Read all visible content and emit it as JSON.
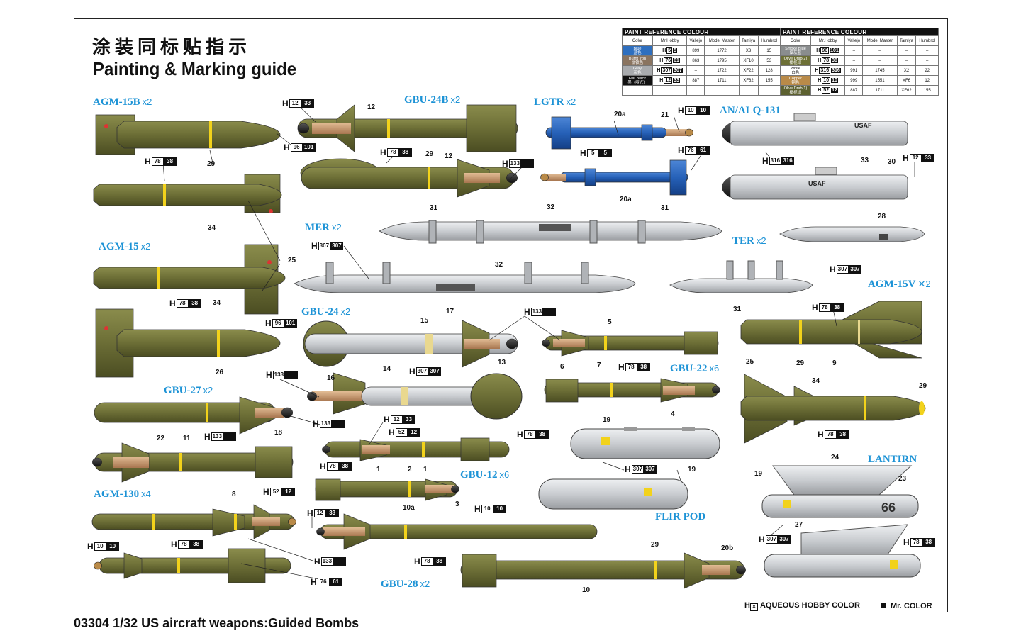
{
  "title_cn": "涂装同标贴指示",
  "title_en": "Painting & Marking guide",
  "footer": "03304 1/32  US aircraft weapons:Guided Bombs",
  "legend": {
    "h_label": "AQUEOUS HOBBY COLOR",
    "m_label": "Mr. COLOR"
  },
  "paint_table": {
    "header_left": "PAINT  REFERENCE COLOUR",
    "header_right": "PAINT  REFERENCE COLOUR",
    "columns": [
      "Color",
      "Mr.Hobby",
      "Vallejo",
      "Model Master",
      "Tamiya",
      "Humbrol"
    ],
    "left": [
      {
        "name": "Blue",
        "name_cn": "蓝色",
        "h": "5",
        "m": "5",
        "vallejo": "899",
        "mm": "1772",
        "tamiya": "X3",
        "humbrol": "15",
        "color": "#2e6fbf"
      },
      {
        "name": "Burnt Iron",
        "name_cn": "烧铁色",
        "h": "76",
        "m": "61",
        "vallejo": "863",
        "mm": "1795",
        "tamiya": "XF10",
        "humbrol": "53",
        "color": "#8a7460"
      },
      {
        "name": "Gray",
        "name_cn": "灰色",
        "h": "307",
        "m": "307",
        "vallejo": "–",
        "mm": "1722",
        "tamiya": "XF22",
        "humbrol": "128",
        "color": "#a9abae"
      },
      {
        "name": "Flat Black",
        "name_cn": "黑（哑光）",
        "h": "12",
        "m": "33",
        "vallejo": "887",
        "mm": "1711",
        "tamiya": "XF62",
        "humbrol": "155",
        "color": "#111111"
      }
    ],
    "right": [
      {
        "name": "Smoke Blue",
        "name_cn": "烟灰蓝",
        "h": "96",
        "m": "101",
        "vallejo": "–",
        "mm": "–",
        "tamiya": "–",
        "humbrol": "–",
        "color": "#8a8d8e"
      },
      {
        "name": "Olive Drab(2)",
        "name_cn": "橄榄绿",
        "h": "78",
        "m": "38",
        "vallejo": "–",
        "mm": "–",
        "tamiya": "–",
        "humbrol": "–",
        "color": "#6d7036"
      },
      {
        "name": "White",
        "name_cn": "白色",
        "h": "316",
        "m": "316",
        "vallejo": "991",
        "mm": "1745",
        "tamiya": "X2",
        "humbrol": "22",
        "color": "#ffffff"
      },
      {
        "name": "Copper",
        "name_cn": "铜色",
        "h": "10",
        "m": "10",
        "vallejo": "999",
        "mm": "1551",
        "tamiya": "XF6",
        "humbrol": "12",
        "color": "#b98a48"
      },
      {
        "name": "Olive Drab(1)",
        "name_cn": "橄榄绿",
        "h": "52",
        "m": "12",
        "vallejo": "887",
        "mm": "1711",
        "tamiya": "XF62",
        "humbrol": "155",
        "color": "#5d6130"
      }
    ]
  },
  "weapon_labels": [
    {
      "id": "agm15b",
      "name": "AGM-15B",
      "mult": "x2"
    },
    {
      "id": "gbu24b",
      "name": "GBU-24B",
      "mult": "x2"
    },
    {
      "id": "lgtr",
      "name": "LGTR",
      "mult": "x2"
    },
    {
      "id": "analq131",
      "name": "AN/ALQ-131",
      "mult": ""
    },
    {
      "id": "mer",
      "name": "MER",
      "mult": "x2"
    },
    {
      "id": "agm15",
      "name": "AGM-15",
      "mult": "x2"
    },
    {
      "id": "ter",
      "name": "TER",
      "mult": "x2"
    },
    {
      "id": "agm15v",
      "name": "AGM-15V",
      "mult": "✕2"
    },
    {
      "id": "gbu24",
      "name": "GBU-24",
      "mult": "x2"
    },
    {
      "id": "gbu22",
      "name": "GBU-22",
      "mult": "x6"
    },
    {
      "id": "gbu27",
      "name": "GBU-27",
      "mult": "x2"
    },
    {
      "id": "lantirn",
      "name": "LANTIRN",
      "mult": ""
    },
    {
      "id": "gbu12",
      "name": "GBU-12",
      "mult": "x6"
    },
    {
      "id": "agm130",
      "name": "AGM-130",
      "mult": "x4"
    },
    {
      "id": "flirpod",
      "name": "FLIR POD",
      "mult": ""
    },
    {
      "id": "gbu28",
      "name": "GBU-28",
      "mult": "x2"
    }
  ],
  "part_numbers": [
    "12",
    "29",
    "34",
    "25",
    "34",
    "26",
    "22",
    "11",
    "18",
    "8",
    "12",
    "29",
    "20a",
    "21",
    "20a",
    "31",
    "32",
    "31",
    "32",
    "15",
    "17",
    "14",
    "13",
    "16",
    "1",
    "2",
    "1",
    "10a",
    "3",
    "5",
    "6",
    "7",
    "4",
    "19",
    "19",
    "33",
    "30",
    "28",
    "31",
    "29",
    "9",
    "34",
    "25",
    "29",
    "24",
    "19",
    "23",
    "27",
    "29",
    "10",
    "20b"
  ],
  "color_callouts": [
    {
      "h": "12",
      "m": "33"
    },
    {
      "h": "96",
      "m": "101"
    },
    {
      "h": "78",
      "m": "38"
    },
    {
      "h": "78",
      "m": "38"
    },
    {
      "h": "133",
      "m": ""
    },
    {
      "h": "10",
      "m": "10"
    },
    {
      "h": "5",
      "m": "5"
    },
    {
      "h": "76",
      "m": "61"
    },
    {
      "h": "316",
      "m": "316"
    },
    {
      "h": "12",
      "m": "33"
    },
    {
      "h": "307",
      "m": "307"
    },
    {
      "h": "78",
      "m": "38"
    },
    {
      "h": "96",
      "m": "101"
    },
    {
      "h": "133",
      "m": ""
    },
    {
      "h": "307",
      "m": "307"
    },
    {
      "h": "133",
      "m": ""
    },
    {
      "h": "78",
      "m": "38"
    },
    {
      "h": "307",
      "m": "307"
    },
    {
      "h": "78",
      "m": "38"
    },
    {
      "h": "133",
      "m": ""
    },
    {
      "h": "12",
      "m": "33"
    },
    {
      "h": "52",
      "m": "12"
    },
    {
      "h": "133",
      "m": ""
    },
    {
      "h": "78",
      "m": "38"
    },
    {
      "h": "78",
      "m": "38"
    },
    {
      "h": "78",
      "m": "38"
    },
    {
      "h": "307",
      "m": "307"
    },
    {
      "h": "52",
      "m": "12"
    },
    {
      "h": "12",
      "m": "33"
    },
    {
      "h": "10",
      "m": "10"
    },
    {
      "h": "10",
      "m": "10"
    },
    {
      "h": "78",
      "m": "38"
    },
    {
      "h": "133",
      "m": ""
    },
    {
      "h": "78",
      "m": "38"
    },
    {
      "h": "76",
      "m": "61"
    },
    {
      "h": "307",
      "m": "307"
    },
    {
      "h": "78",
      "m": "38"
    }
  ],
  "markings": {
    "usaf": "USAF",
    "lantirn_number": "66"
  },
  "colors": {
    "olive": "#6f7138",
    "olive_dark": "#56582a",
    "blue": "#2661b8",
    "gray": "#c9ccd0",
    "light_gray": "#e4e6e9",
    "tan": "#c89a70",
    "yellow": "#f2d21b",
    "label_blue": "#1d93d6"
  }
}
